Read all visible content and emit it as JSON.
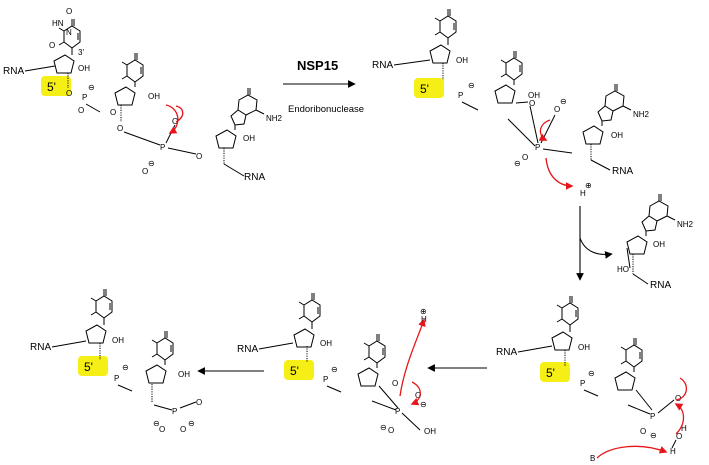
{
  "enzyme": {
    "name": "NSP15",
    "activity": "Endoribonuclease"
  },
  "labels": {
    "rna": "RNA",
    "five_prime": "5'",
    "three_prime": "3'",
    "oh": "OH",
    "nh2": "NH2",
    "hn": "HN",
    "n": "N",
    "o": "O",
    "p": "P",
    "h": "H",
    "b": "B",
    "ho": "HO",
    "minus": "⊖",
    "plus": "⊕"
  },
  "colors": {
    "highlight": "#f5ef16",
    "mechanism_arrow": "#e8141a"
  }
}
